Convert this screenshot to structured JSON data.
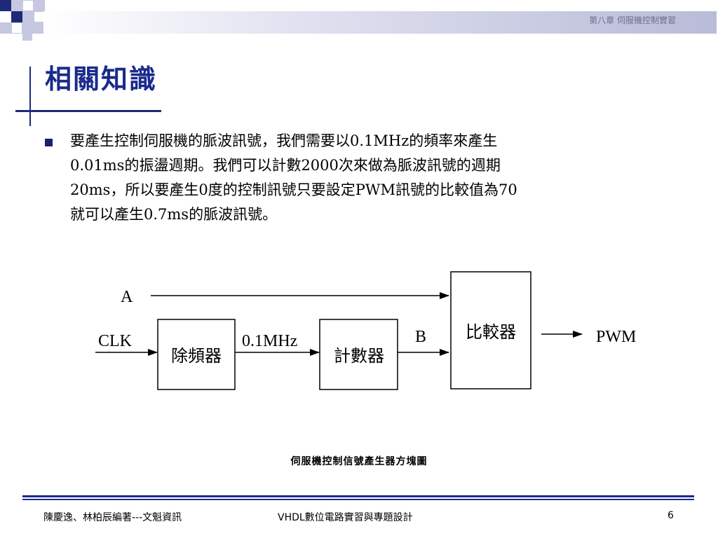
{
  "header": {
    "chapter": "第八章  伺服機控制實習"
  },
  "slide": {
    "title": "相關知識",
    "paragraph_lines": [
      "要產生控制伺服機的脈波訊號，我們需要以0.1MHz的頻率來產生",
      "0.01ms的振盪週期。我們可以計數2000次來做為脈波訊號的週期",
      "20ms，所以要產生0度的控制訊號只要設定PWM訊號的比較值為70",
      "就可以產生0.7ms的脈波訊號。"
    ]
  },
  "diagram": {
    "signal_a": "A",
    "signal_clk": "CLK",
    "freq_label": "0.1MHz",
    "signal_b": "B",
    "signal_pwm": "PWM",
    "block_divider": "除頻器",
    "block_counter": "計數器",
    "block_comparator": "比較器",
    "caption": "伺服機控制信號產生器方塊圖"
  },
  "footer": {
    "authors": "陳慶逸、林柏辰編著---文魁資訊",
    "book": "VHDL數位電路實習與專題設計",
    "page": "6"
  },
  "colors": {
    "title": "#1a2a8c",
    "rule": "#1a2a8c",
    "corner_dark": "#1e2a78",
    "corner_light": "#c5c8e0"
  }
}
